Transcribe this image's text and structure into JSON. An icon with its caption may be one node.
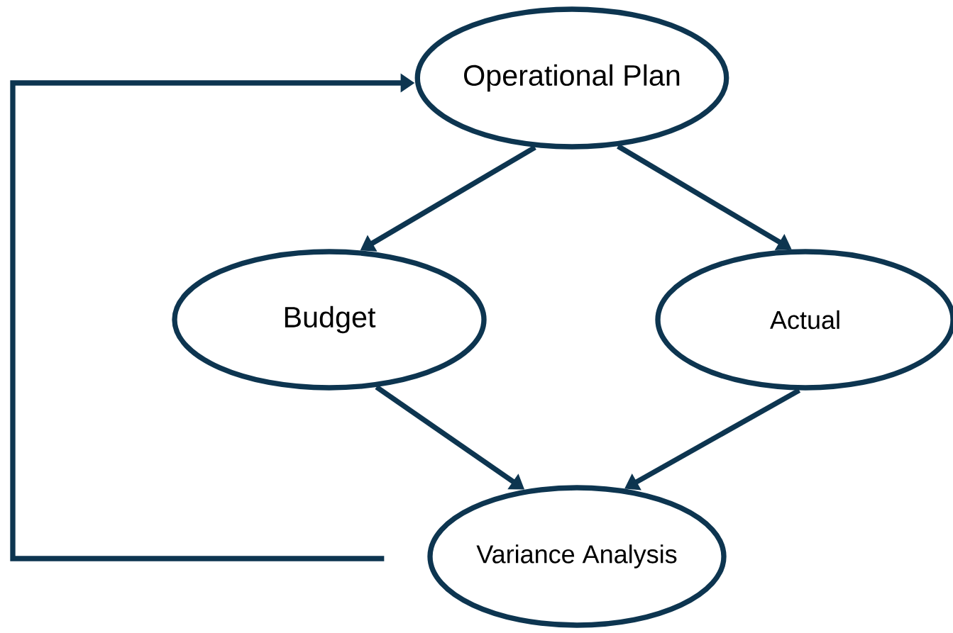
{
  "diagram": {
    "nodes": [
      {
        "text": [
          "Operational Plan"
        ]
      },
      {
        "text": [
          "Budget"
        ]
      },
      {
        "text": [
          "Actual"
        ]
      },
      {
        "text": [
          "Variance Analysis"
        ]
      }
    ],
    "edges": [
      {
        "from": 0,
        "to": 1,
        "arrow": "to"
      },
      {
        "from": 0,
        "to": 2,
        "arrow": "to"
      },
      {
        "from": 1,
        "to": 3,
        "arrow": "to"
      },
      {
        "from": 2,
        "to": 3,
        "arrow": "to"
      },
      {
        "from": 3,
        "to": 0,
        "arrow": "to"
      }
    ]
  }
}
